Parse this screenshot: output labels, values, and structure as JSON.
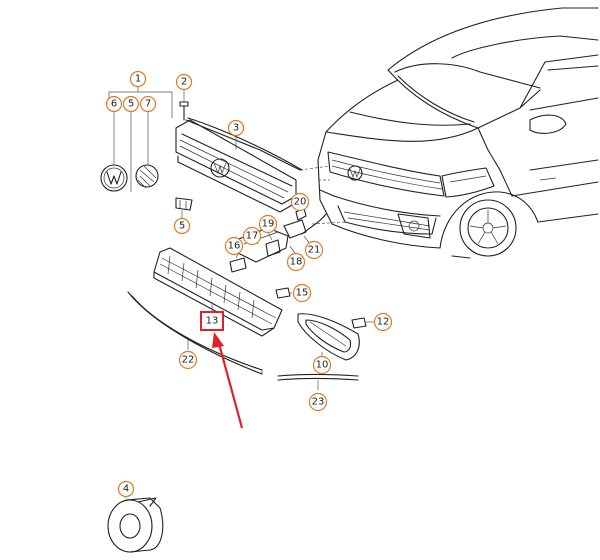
{
  "callouts": [
    {
      "id": "c1",
      "label": "1"
    },
    {
      "id": "c2",
      "label": "2"
    },
    {
      "id": "c3",
      "label": "3"
    },
    {
      "id": "c4",
      "label": "4"
    },
    {
      "id": "c5a",
      "label": "5"
    },
    {
      "id": "c5b",
      "label": "5"
    },
    {
      "id": "c6",
      "label": "6"
    },
    {
      "id": "c7",
      "label": "7"
    },
    {
      "id": "c10",
      "label": "10"
    },
    {
      "id": "c12",
      "label": "12"
    },
    {
      "id": "c15",
      "label": "15"
    },
    {
      "id": "c16",
      "label": "16"
    },
    {
      "id": "c17",
      "label": "17"
    },
    {
      "id": "c18",
      "label": "18"
    },
    {
      "id": "c19",
      "label": "19"
    },
    {
      "id": "c20",
      "label": "20"
    },
    {
      "id": "c21",
      "label": "21"
    },
    {
      "id": "c22",
      "label": "22"
    },
    {
      "id": "c23",
      "label": "23"
    }
  ],
  "highlighted_part": {
    "label": "13"
  },
  "colors": {
    "callout_ring": "#e07a22",
    "highlight": "#e3202a",
    "line": "#222222"
  }
}
